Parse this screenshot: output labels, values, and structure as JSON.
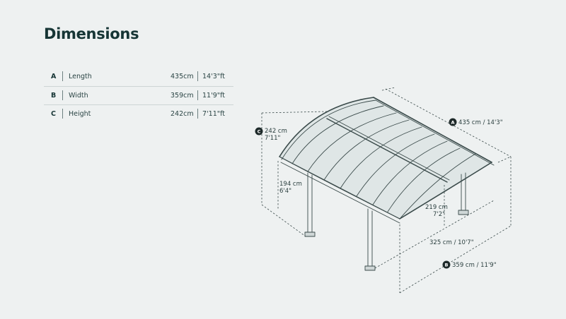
{
  "page": {
    "title": "Dimensions"
  },
  "dimensions": [
    {
      "key": "A",
      "label": "Length",
      "cm": "435cm",
      "ft": "14'3\"ft"
    },
    {
      "key": "B",
      "label": "Width",
      "cm": "359cm",
      "ft": "11'9\"ft"
    },
    {
      "key": "C",
      "label": "Height",
      "cm": "242cm",
      "ft": "7'11\"ft"
    }
  ],
  "diagram": {
    "length_badge": "A",
    "length_text": "435 cm / 14'3\"",
    "width_badge": "B",
    "width_text": "359 cm / 11'9\"",
    "height_badge": "C",
    "height_cm": "242 cm",
    "height_ft": "7'11\"",
    "side_height_cm": "194 cm",
    "side_height_ft": "6'4\"",
    "post_height_cm": "219 cm",
    "post_height_ft": "7'2\"",
    "post_span_text": "325 cm / 10'7\""
  },
  "colors": {
    "background": "#eef1f1",
    "title": "#163535",
    "badge": "#1e2a2a",
    "line": "#3a4a4a"
  }
}
